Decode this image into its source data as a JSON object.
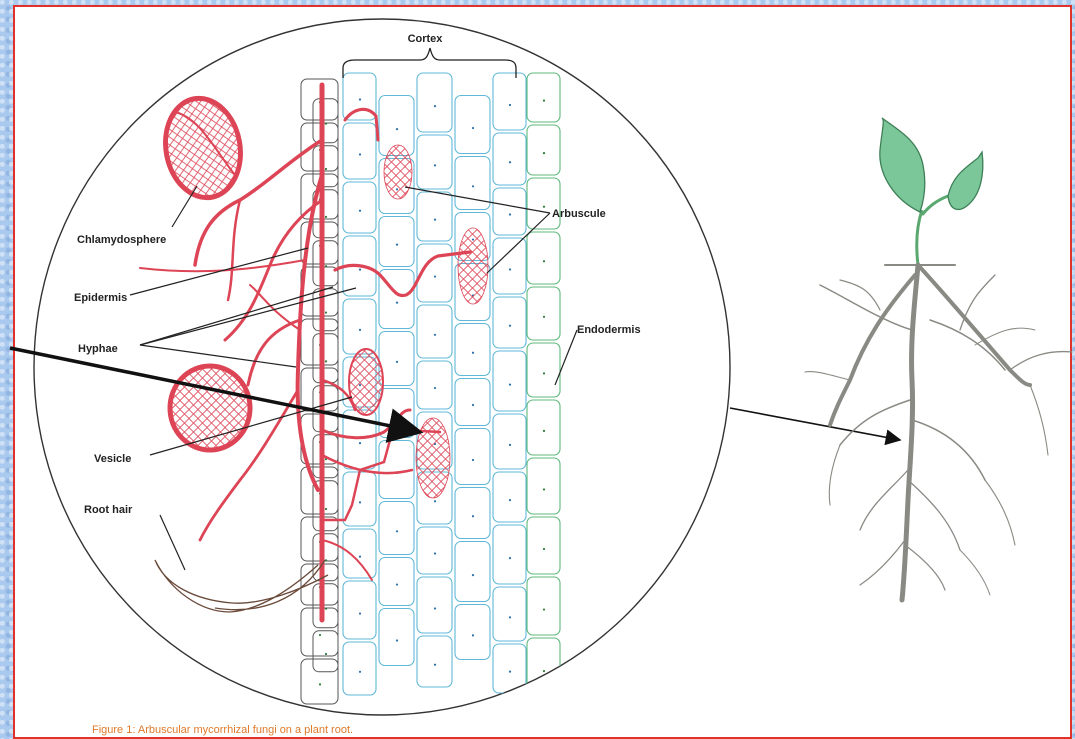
{
  "labels": {
    "cortex": "Cortex",
    "chlamydosphere": "Chlamydosphere",
    "epidermis": "Epidermis",
    "hyphae": "Hyphae",
    "vesicle": "Vesicle",
    "root_hair": "Root hair",
    "arbuscule": "Arbuscule",
    "endodermis": "Endodermis"
  },
  "caption": "Figure 1: Arbuscular mycorrhizal fungi on a plant root.",
  "colors": {
    "frame_border": "#e0312b",
    "fungus": "#dd4455",
    "cortex_cells": "#5fb8d8",
    "endodermis_cells": "#5cb87a",
    "epidermis_cells": "#444444",
    "leaves": "#7cc79a",
    "caption": "#e07a2a"
  }
}
